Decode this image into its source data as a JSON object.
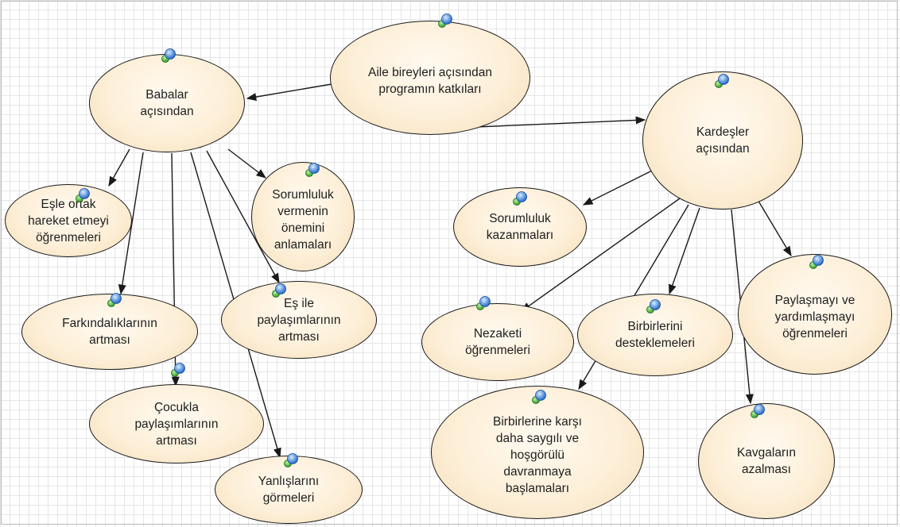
{
  "nodes": {
    "root": "Aile bireyleri açısından\nprogramın katkıları",
    "babalar": "Babalar\naçısından",
    "kardesler": "Kardeşler\naçısından",
    "es_ortak": "Eşle ortak\nhareket etmeyi\nöğrenmeleri",
    "sorumluluk_vermenin": "Sorumluluk\nvermenin\nönemini\nanlamaları",
    "farkindalik": "Farkındalıklarının\nartması",
    "es_ile": "Eş ile\npaylaşımlarının\nartması",
    "cocukla": "Çocukla\npaylaşımlarının\nartması",
    "yanlislar": "Yanlışlarını\ngörmeleri",
    "sorumluluk_kazanma": "Sorumluluk\nkazanmaları",
    "nezaket": "Nezaketi\nöğrenmeleri",
    "birbirlerini": "Birbirlerini\ndesteklemeleri",
    "paylasmayi": "Paylaşmayı ve\nyardımlaşmayı\nöğrenmeleri",
    "saygili": "Birbirlerine karşı\ndaha saygılı ve\nhoşgörülü\ndavranmaya\nbaşlamaları",
    "kavgalar": "Kavgaların\nazalması"
  },
  "icon": "use-case-icon",
  "colors": {
    "node_fill": "#fdefd8",
    "node_border": "#1a1a1a",
    "edge": "#1a1a1a",
    "grid": "#e6e6e6"
  }
}
